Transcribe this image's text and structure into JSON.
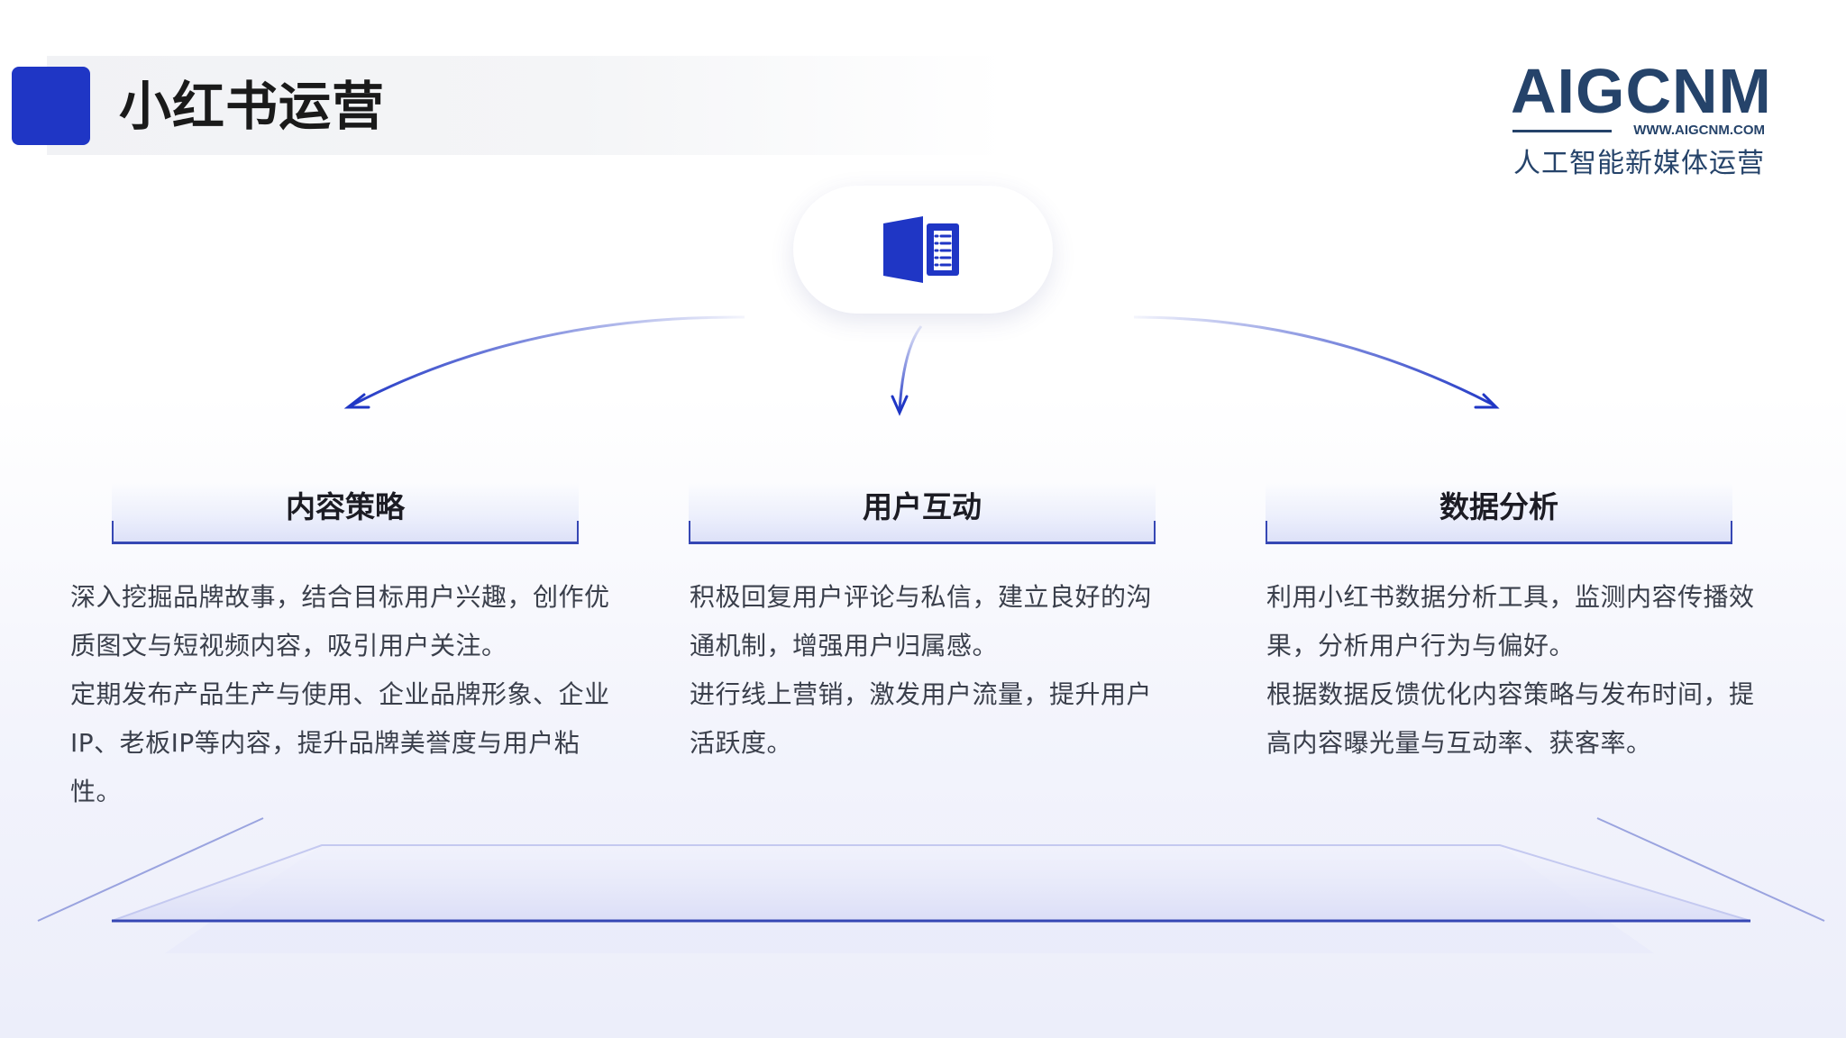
{
  "header": {
    "title": "小红书运营"
  },
  "logo": {
    "brand": "AIGCNM",
    "url": "WWW.AIGCNM.COM",
    "tagline": "人工智能新媒体运营"
  },
  "center": {
    "icon": "document-list-icon"
  },
  "columns": [
    {
      "title": "内容策略",
      "paragraphs": [
        "深入挖掘品牌故事，结合目标用户兴趣，创作优质图文与短视频内容，吸引用户关注。",
        "定期发布产品生产与使用、企业品牌形象、企业IP、老板IP等内容，提升品牌美誉度与用户粘性。"
      ]
    },
    {
      "title": "用户互动",
      "paragraphs": [
        "积极回复用户评论与私信，建立良好的沟通机制，增强用户归属感。",
        "进行线上营销，激发用户流量，提升用户活跃度。"
      ]
    },
    {
      "title": "数据分析",
      "paragraphs": [
        "利用小红书数据分析工具，监测内容传播效果，分析用户行为与偏好。",
        "根据数据反馈优化内容策略与发布时间，提高内容曝光量与互动率、获客率。"
      ]
    }
  ],
  "colors": {
    "accent": "#1f36c5",
    "brand": "#25436a",
    "line": "#3647b4"
  }
}
